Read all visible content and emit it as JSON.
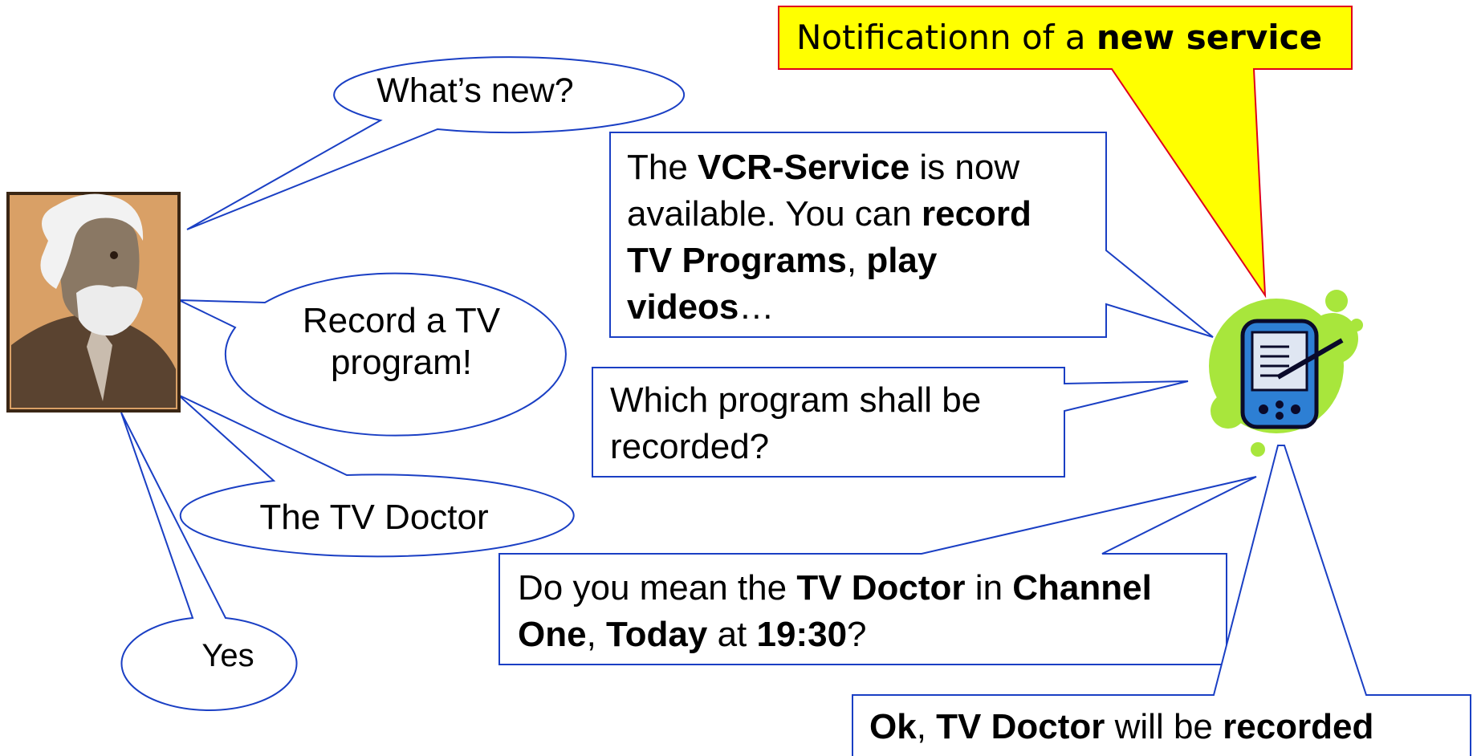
{
  "notification": {
    "prefix": "Notificationn of a ",
    "bold": "new service"
  },
  "user_bubbles": {
    "whats_new": "What’s new?",
    "record_line1": "Record a TV",
    "record_line2": "program!",
    "tv_doctor": "The TV Doctor",
    "yes": "Yes"
  },
  "device_boxes": {
    "vcr": {
      "t1": "The ",
      "b1": "VCR-Service",
      "t2": " is now available. You can ",
      "b2": "record TV Programs",
      "t3": ", ",
      "b3": "play videos",
      "t4": "…"
    },
    "which_program": "Which program shall be recorded?",
    "confirm": {
      "t1": "Do you mean the ",
      "b1": "TV Doctor",
      "t2": " in ",
      "b2": "Channel One",
      "t3": ", ",
      "b3": "Today",
      "t4": " at ",
      "b4": "19:30",
      "t5": "?"
    },
    "ok": {
      "b1": "Ok",
      "t1": ", ",
      "b2": "TV Doctor",
      "t2": " will be ",
      "b3": "recorded"
    }
  },
  "colors": {
    "outline": "#1a3fc4",
    "callout_fill": "#ffff00",
    "callout_border": "#e0001b",
    "device_blob": "#a8e63c",
    "portrait_bg": "#d9a066"
  },
  "icons": {
    "user": "old-man-portrait-icon",
    "device": "pda-handheld-icon"
  }
}
